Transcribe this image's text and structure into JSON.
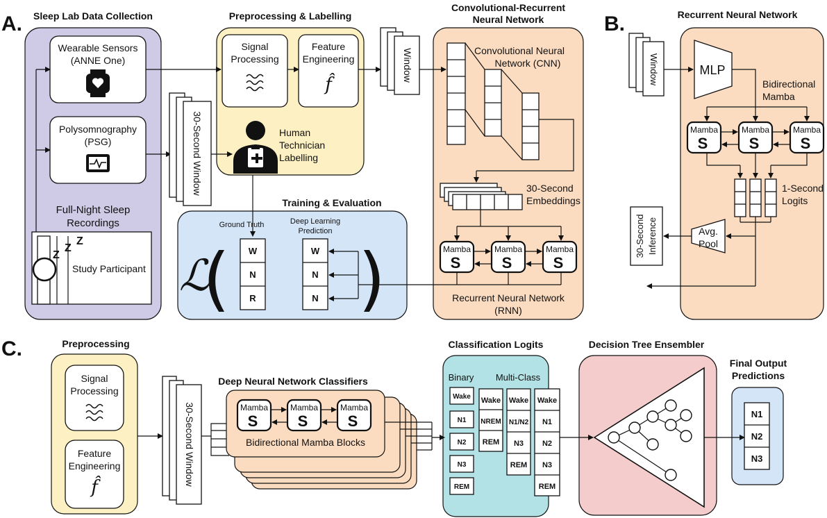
{
  "colors": {
    "purple": "#cfcae6",
    "yellow": "#fdf0c2",
    "orange": "#fcdcc0",
    "blue": "#d5e5f8",
    "teal": "#b3e2e6",
    "red": "#f5cccc",
    "lightblue": "#d5e5f8"
  },
  "panels": {
    "a": "A.",
    "b": "B.",
    "c": "C."
  },
  "sleep_lab": {
    "title": "Sleep Lab Data Collection",
    "wearable_line1": "Wearable Sensors",
    "wearable_line2": "(ANNE One)",
    "psg_line1": "Polysomnography",
    "psg_line2": "(PSG)",
    "recordings_line1": "Full-Night Sleep",
    "recordings_line2": "Recordings",
    "participant": "Study Participant",
    "zzz": [
      "Z",
      "Z",
      "Z"
    ]
  },
  "preproc_a": {
    "title": "Preprocessing & Labelling",
    "signal_line1": "Signal",
    "signal_line2": "Processing",
    "feature_line1": "Feature",
    "feature_line2": "Engineering",
    "feature_symbol": "f̂",
    "human_line1": "Human",
    "human_line2": "Technician",
    "human_line3": "Labelling"
  },
  "window_labels": {
    "window": "Window",
    "thirty_second_window": "30-Second Window"
  },
  "crnn": {
    "title_line1": "Convolutional-Recurrent",
    "title_line2": "Neural Network",
    "cnn_line1": "Convolutional Neural",
    "cnn_line2": "Network (CNN)",
    "embeddings_line1": "30-Second",
    "embeddings_line2": "Embeddings",
    "rnn_line1": "Recurrent Neural Network",
    "rnn_line2": "(RNN)"
  },
  "mamba": {
    "label": "Mamba",
    "glyph": "S"
  },
  "training": {
    "title": "Training & Evaluation",
    "ground_truth": "Ground Truth",
    "dl_line1": "Deep Learning",
    "dl_line2": "Prediction",
    "loss_symbol": "ℒ",
    "open_paren": "(",
    "close_paren": ")",
    "truth_values": [
      "W",
      "N",
      "R"
    ],
    "pred_values": [
      "W",
      "N",
      "N"
    ]
  },
  "rnn_b": {
    "title": "Recurrent Neural Network",
    "mlp": "MLP",
    "bidirectional_line1": "Bidirectional",
    "bidirectional_line2": "Mamba",
    "logits_line1": "1-Second",
    "logits_line2": "Logits",
    "avg_line1": "Avg.",
    "avg_line2": "Pool",
    "inference_line1": "30-Second",
    "inference_line2": "Inference"
  },
  "panel_c": {
    "preprocessing_title": "Preprocessing",
    "signal_line1": "Signal",
    "signal_line2": "Processing",
    "feature_line1": "Feature",
    "feature_line2": "Engineering",
    "feature_symbol": "f̂",
    "dnn_title": "Deep Neural Network Classifiers",
    "mamba_blocks": "Bidirectional Mamba Blocks",
    "logits_title": "Classification Logits",
    "binary_label": "Binary",
    "multiclass_label": "Multi-Class",
    "binary_col": [
      "Wake",
      "N1",
      "N2",
      "N3",
      "REM"
    ],
    "col2": [
      "Wake",
      "NREM",
      "REM"
    ],
    "col3": [
      "Wake",
      "N1/N2",
      "N3",
      "REM"
    ],
    "col4": [
      "Wake",
      "N1",
      "N2",
      "N3",
      "REM"
    ],
    "ensembler_title": "Decision Tree Ensembler",
    "final_title_line1": "Final Output",
    "final_title_line2": "Predictions",
    "final_values": [
      "N1",
      "N2",
      "N3"
    ]
  }
}
